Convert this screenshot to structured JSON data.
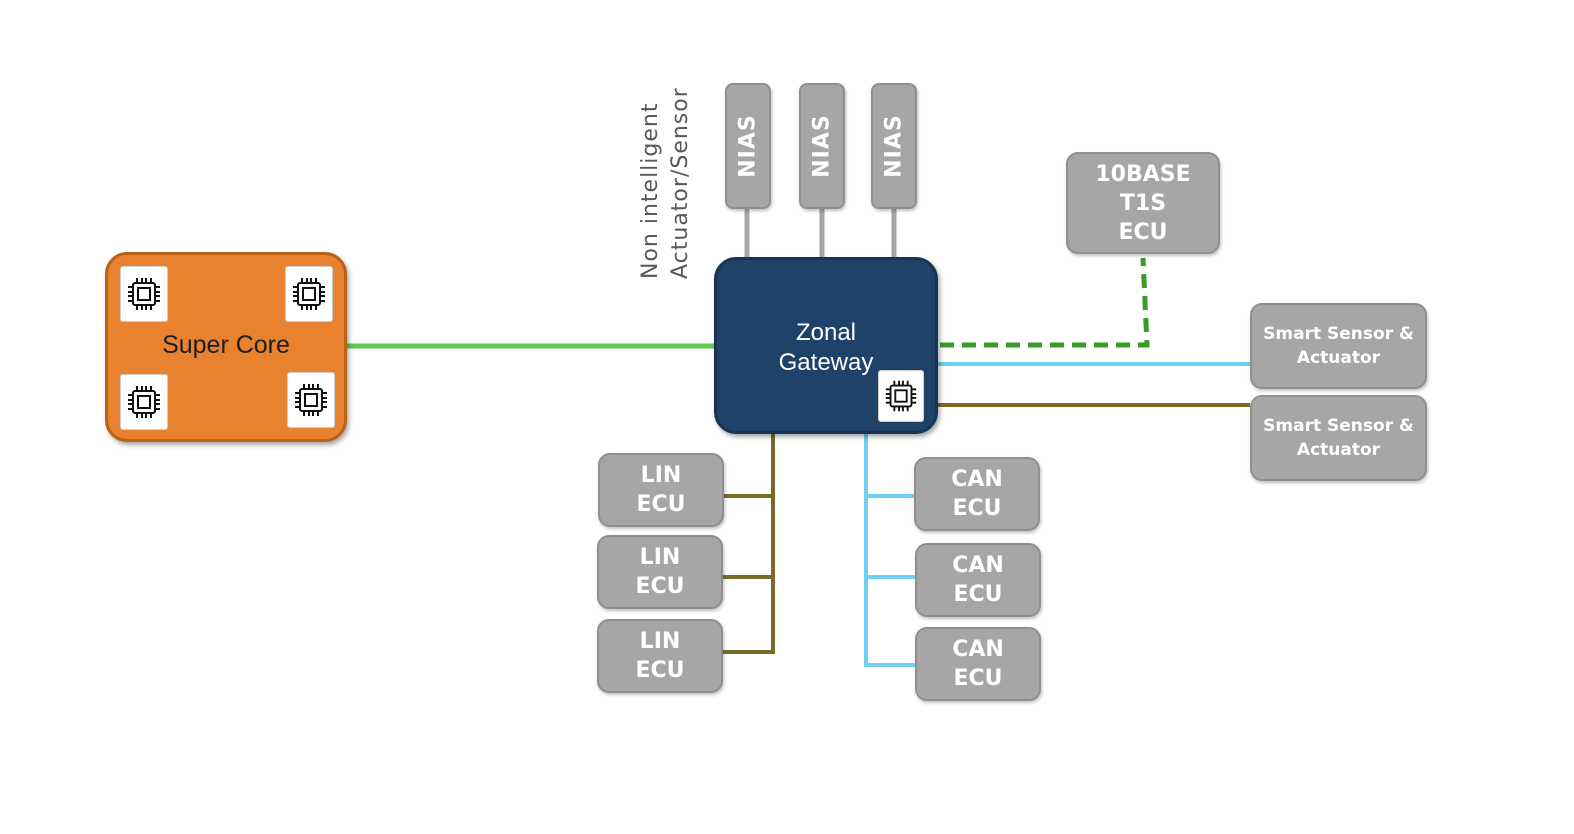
{
  "super_core": {
    "label": "Super Core"
  },
  "gateway": {
    "label": "Zonal\nGateway"
  },
  "nias_caption": "Non intelligent\nActuator/Sensor",
  "nias_nodes": [
    "NIAS",
    "NIAS",
    "NIAS"
  ],
  "t1s_ecu": {
    "label": "10BASE\nT1S\nECU"
  },
  "smart_sensors": [
    "Smart Sensor &\nActuator",
    "Smart Sensor &\nActuator"
  ],
  "lin_ecus": [
    "LIN\nECU",
    "LIN\nECU",
    "LIN\nECU"
  ],
  "can_ecus": [
    "CAN\nECU",
    "CAN\nECU",
    "CAN\nECU"
  ],
  "colors": {
    "ethernet_link": "#5ecb4e",
    "t1s_link": "#3a9a2a",
    "can_link": "#6fd0f2",
    "lin_link": "#7a6a2a",
    "nias_link": "#a6a6a6",
    "super_core": "#e8822e",
    "gateway": "#1f4268",
    "node": "#a6a6a6"
  },
  "icons": {
    "chip": "microchip-icon"
  }
}
